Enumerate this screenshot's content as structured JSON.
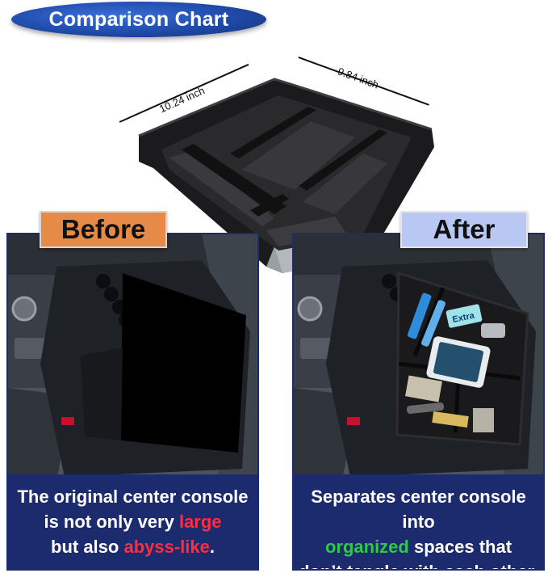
{
  "header": {
    "title": "Comparison Chart"
  },
  "dimensions": {
    "length": "10.24 inch",
    "width": "9.84 inch"
  },
  "before": {
    "tag": "Before",
    "caption_line1": "The original center console",
    "caption_line2_start": "is not only very ",
    "caption_line2_highlight": "large",
    "caption_line3_start": "but also ",
    "caption_line3_highlight": "abyss-like",
    "caption_line3_end": "."
  },
  "after": {
    "tag": "After",
    "caption_line1": "Separates center console into",
    "caption_line2_highlight": "organized",
    "caption_line2_end": " spaces that",
    "caption_line3": "don’t tangle with each other."
  },
  "products": {
    "gum_brand": "Extra"
  },
  "colors": {
    "title_blue": "#1f4aa8",
    "caption_navy": "#1c2a6e",
    "before_orange": "#e58a47",
    "after_blue": "#b8c8f2",
    "highlight_red": "#ff2d3d",
    "highlight_green": "#2ec94a"
  }
}
